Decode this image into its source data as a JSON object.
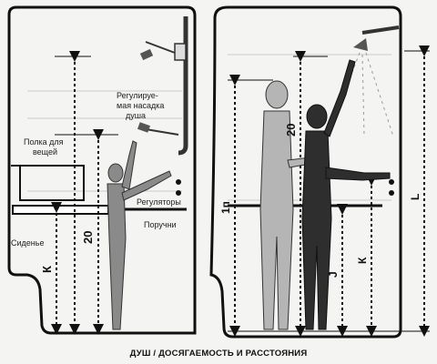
{
  "caption": "ДУШ / ДОСЯГАЕМОСТЬ И РАССТОЯНИЯ",
  "left_panel": {
    "labels": {
      "shelf_line1": "Полка для",
      "shelf_line2": "вещей",
      "handheld_line1": "Регулируе-",
      "handheld_line2": "мая насадка",
      "handheld_line3": "душа",
      "controls": "Регуляторы",
      "handrails": "Поручни",
      "seat": "Сиденье"
    },
    "dimensions": {
      "k": "К",
      "twenty": "20"
    }
  },
  "right_panel": {
    "dimensions": {
      "one_n": "1п",
      "twenty": "20",
      "j": "J",
      "k": "К",
      "l": "L"
    }
  }
}
